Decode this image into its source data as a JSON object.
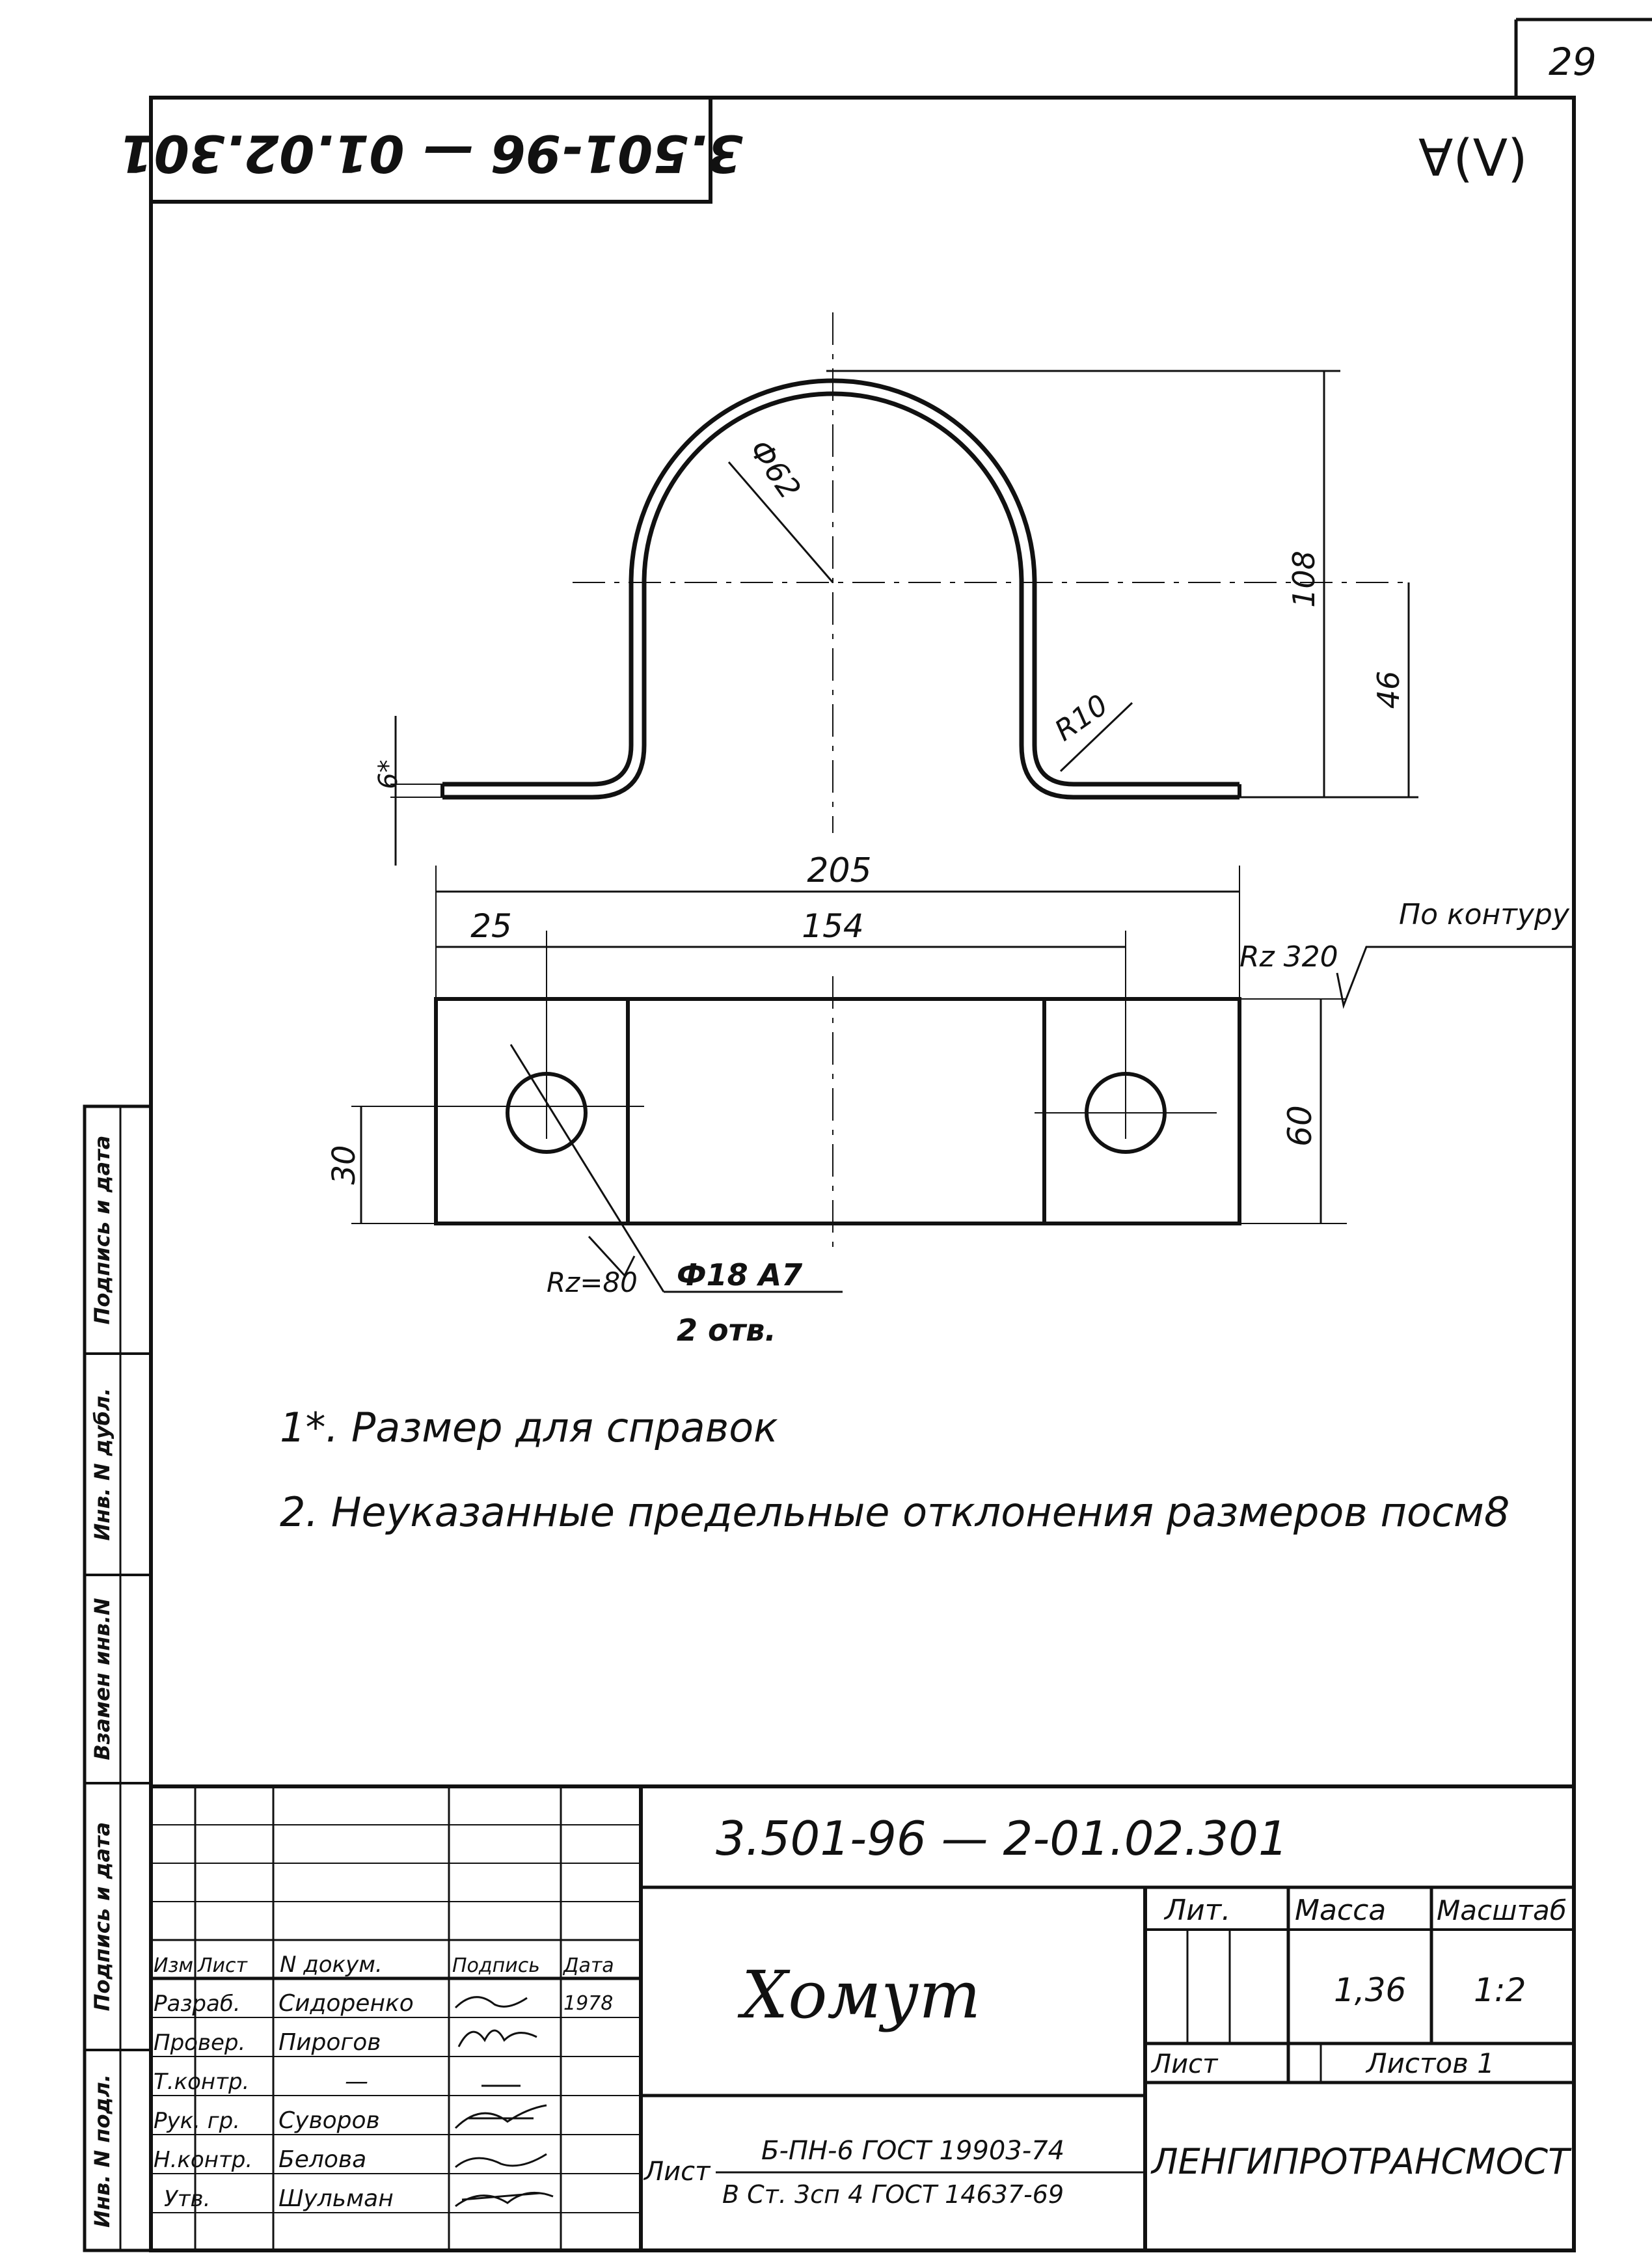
{
  "sheet_number": "29",
  "stamp_code": "3.501-96 — 01.02.301",
  "roughness_symbol": "∀(V)",
  "top_view": {
    "dim_diameter": "Ф62",
    "dim_height": "108",
    "dim_axis_height": "46",
    "dim_thickness": "6*",
    "dim_bend_radius": "R10"
  },
  "plan_view": {
    "dim_overall": "205",
    "dim_hole_spacing": "154",
    "dim_hole_offset": "25",
    "dim_width": "60",
    "dim_hole_center": "30",
    "roughness_contour": "Rz 320",
    "roughness_contour_note": "По контуру",
    "roughness_hole": "Rz=80",
    "hole_spec": "Ф18 А7",
    "hole_count": "2 отв."
  },
  "notes": [
    "1*. Размер для справок",
    "2. Неуказанные предельные отклонения размеров посм8"
  ],
  "side_strip": [
    "Инв. N подл.",
    "Подпись и дата",
    "Взамен инв.N",
    "Инв. N дубл.",
    "Подпись и дата"
  ],
  "title_block": {
    "designation": "3.501-96 — 2-01.02.301",
    "part_name": "Хомут",
    "col_headers": [
      "Изм",
      "Лист",
      "N докум.",
      "Подпись",
      "Дата"
    ],
    "rows": [
      {
        "role": "Разраб.",
        "name": "Сидоренко",
        "date": "1978"
      },
      {
        "role": "Провер.",
        "name": "Пирогов",
        "date": ""
      },
      {
        "role": "Т.контр.",
        "name": "—",
        "date": ""
      },
      {
        "role": "Рук. гр.",
        "name": "Суворов",
        "date": ""
      },
      {
        "role": "Н.контр.",
        "name": "Белова",
        "date": ""
      },
      {
        "role": "Утв.",
        "name": "Шульман",
        "date": ""
      }
    ],
    "lit_label": "Лит.",
    "mass_label": "Масса",
    "scale_label": "Масштаб",
    "mass_value": "1,36",
    "scale_value": "1:2",
    "sheet_label": "Лист",
    "sheets_label": "Листов 1",
    "material_prefix": "Лист",
    "material_line1": "Б-ПН-6 ГОСТ 19903-74",
    "material_line2": "В Ст. 3сп 4 ГОСТ 14637-69",
    "organization": "ЛЕНГИПРОТРАНСМОСТ"
  }
}
